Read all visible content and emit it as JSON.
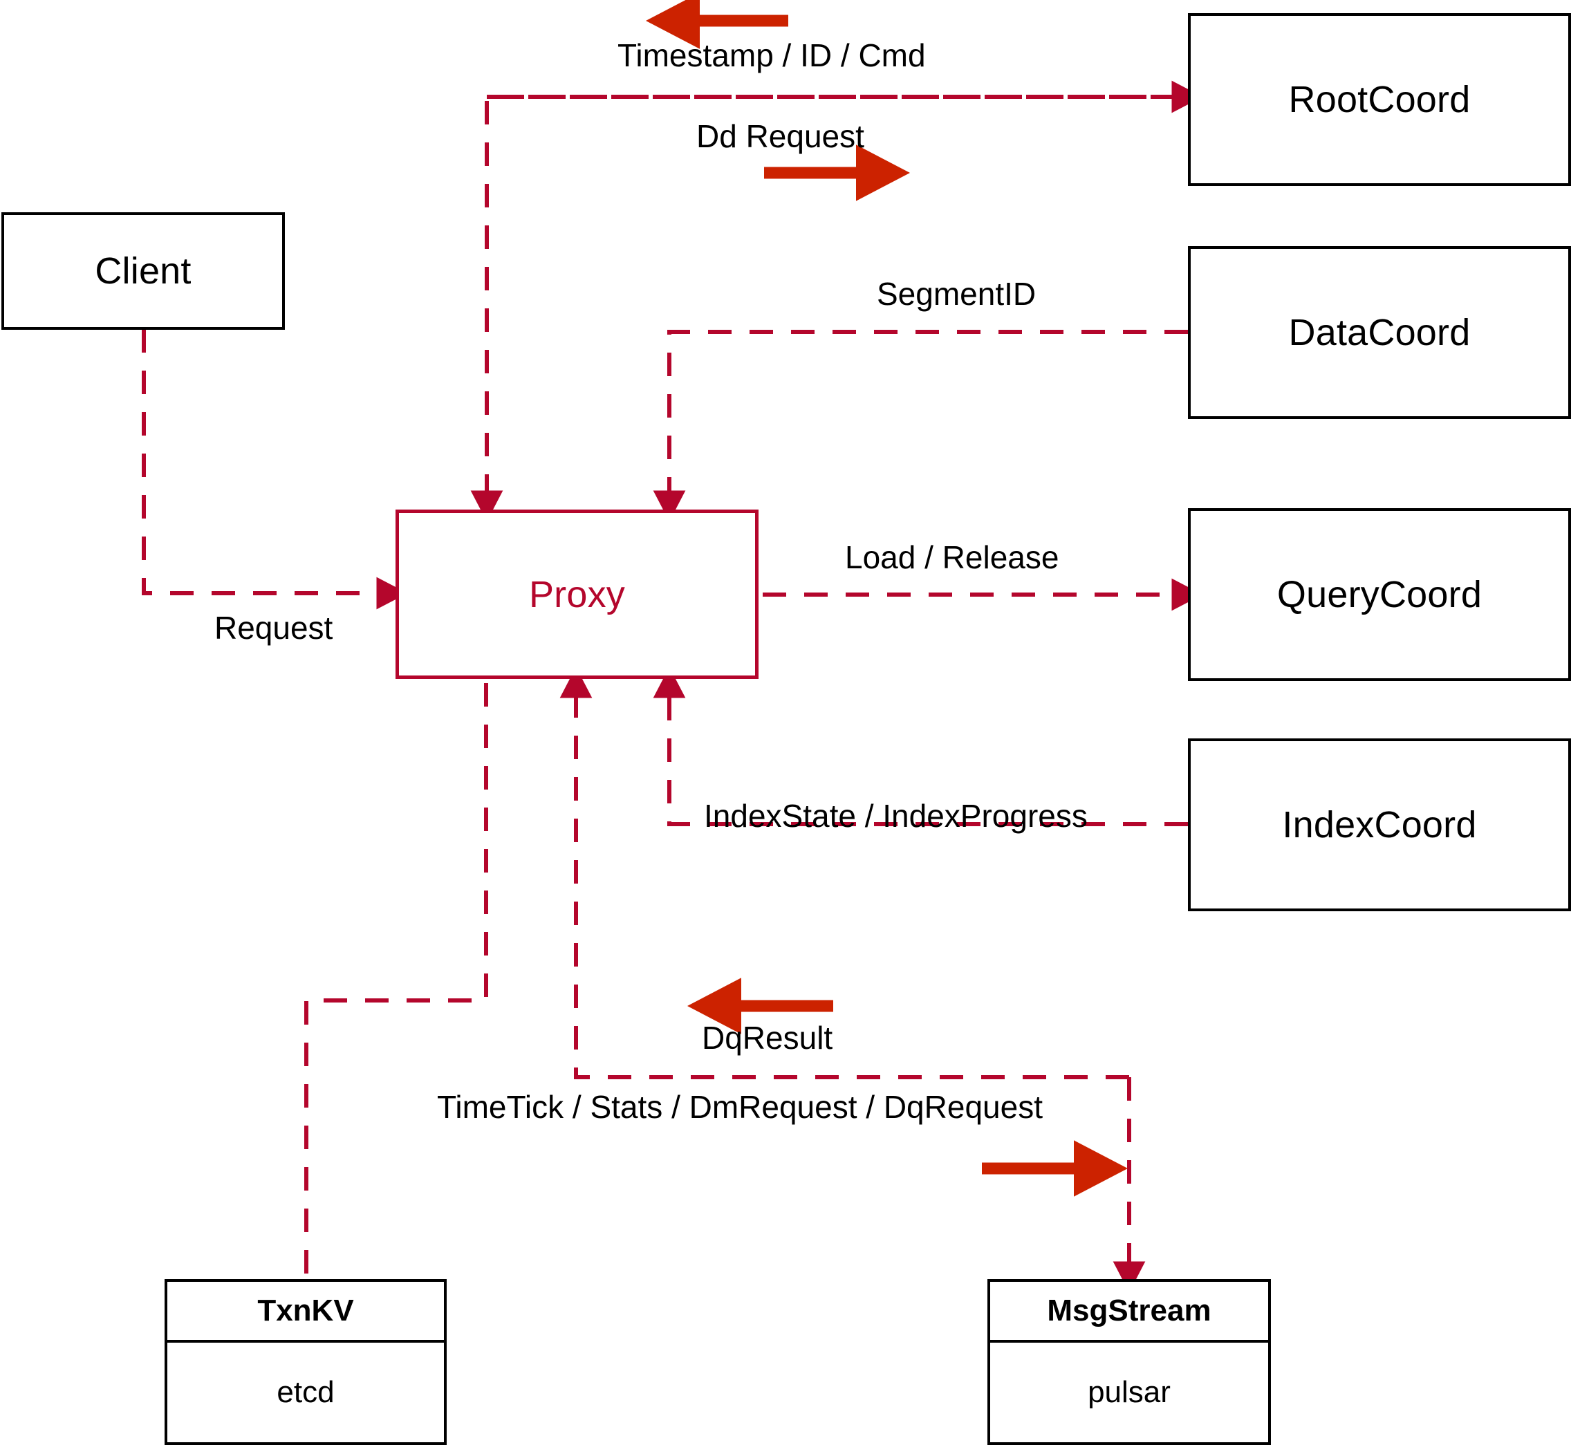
{
  "diagram": {
    "title": "Proxy architecture data flow",
    "colors": {
      "accent_red": "#b4062c",
      "arrow_red": "#cc2200",
      "node_border": "#000000",
      "background": "#ffffff"
    },
    "nodes": {
      "client": {
        "label": "Client"
      },
      "proxy": {
        "label": "Proxy"
      },
      "root_coord": {
        "label": "RootCoord"
      },
      "data_coord": {
        "label": "DataCoord"
      },
      "query_coord": {
        "label": "QueryCoord"
      },
      "index_coord": {
        "label": "IndexCoord"
      },
      "txnkv": {
        "header": "TxnKV",
        "body": "etcd"
      },
      "msgstream": {
        "header": "MsgStream",
        "body": "pulsar"
      }
    },
    "edges": [
      {
        "name": "timestamp-id-cmd",
        "label": "Timestamp / ID / Cmd",
        "direction": "left"
      },
      {
        "name": "dd-request",
        "label": "Dd Request",
        "direction": "right"
      },
      {
        "name": "segment-id",
        "label": "SegmentID",
        "direction": "none"
      },
      {
        "name": "request",
        "label": "Request",
        "direction": "right"
      },
      {
        "name": "load-release",
        "label": "Load / Release",
        "direction": "right"
      },
      {
        "name": "index-state-progress",
        "label": "IndexState / IndexProgress",
        "direction": "none"
      },
      {
        "name": "dq-result",
        "label": "DqResult",
        "direction": "left"
      },
      {
        "name": "timetick-stats",
        "label": "TimeTick / Stats / DmRequest / DqRequest",
        "direction": "right"
      }
    ]
  }
}
